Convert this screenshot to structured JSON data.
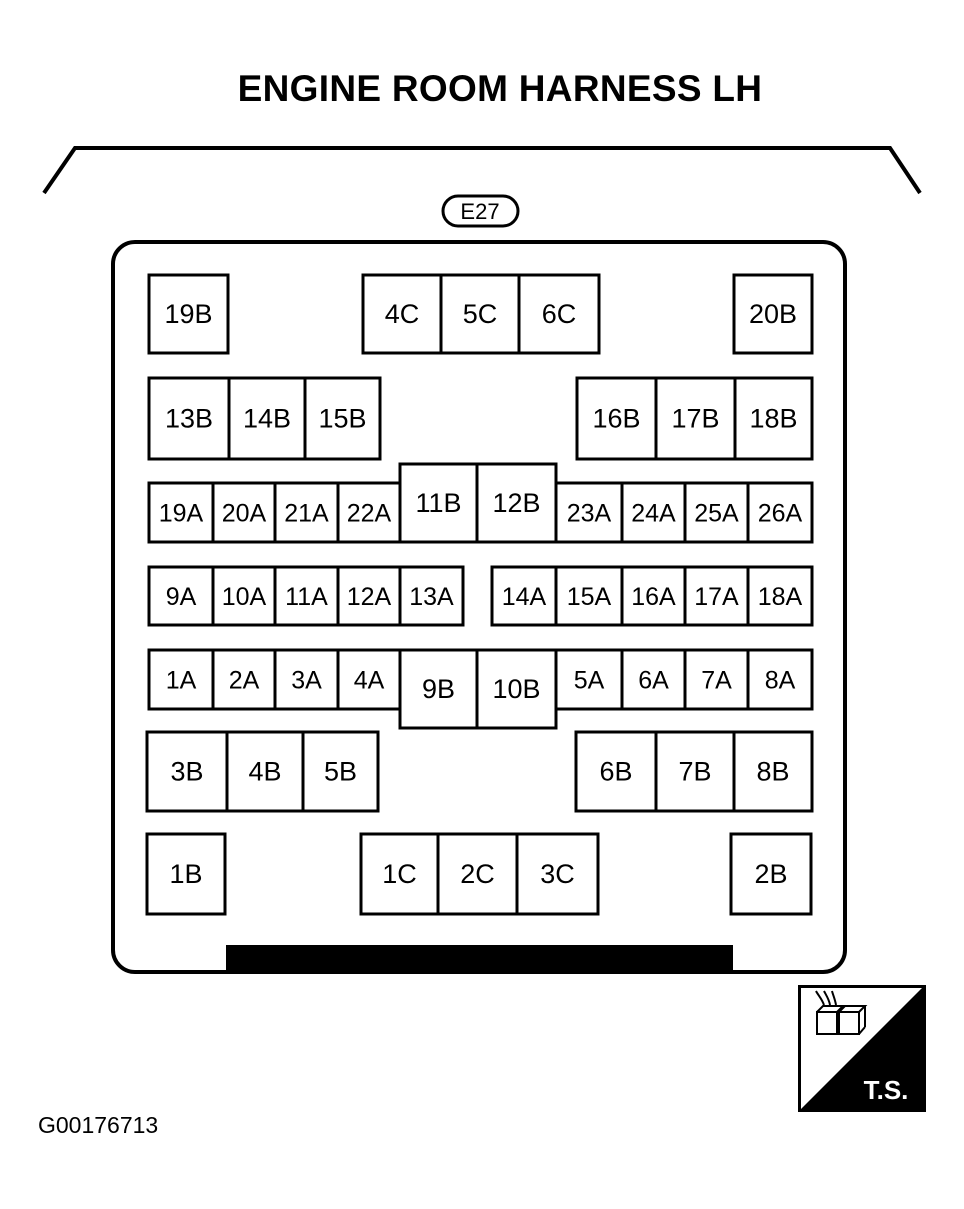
{
  "title": "ENGINE ROOM HARNESS LH",
  "connector_id": "E27",
  "figure_code": "G00176713",
  "ts_label": "T.S.",
  "icon": "connector-icon",
  "cavities": {
    "row1": [
      "19B",
      "4C",
      "5C",
      "6C",
      "20B"
    ],
    "row2": [
      "13B",
      "14B",
      "15B",
      "16B",
      "17B",
      "18B"
    ],
    "row3": [
      "19A",
      "20A",
      "21A",
      "22A",
      "11B",
      "12B",
      "23A",
      "24A",
      "25A",
      "26A"
    ],
    "row4": [
      "9A",
      "10A",
      "11A",
      "12A",
      "13A",
      "14A",
      "15A",
      "16A",
      "17A",
      "18A"
    ],
    "row5": [
      "1A",
      "2A",
      "3A",
      "4A",
      "9B",
      "10B",
      "5A",
      "6A",
      "7A",
      "8A"
    ],
    "row6": [
      "3B",
      "4B",
      "5B",
      "6B",
      "7B",
      "8B"
    ],
    "row7": [
      "1B",
      "1C",
      "2C",
      "3C",
      "2B"
    ]
  }
}
